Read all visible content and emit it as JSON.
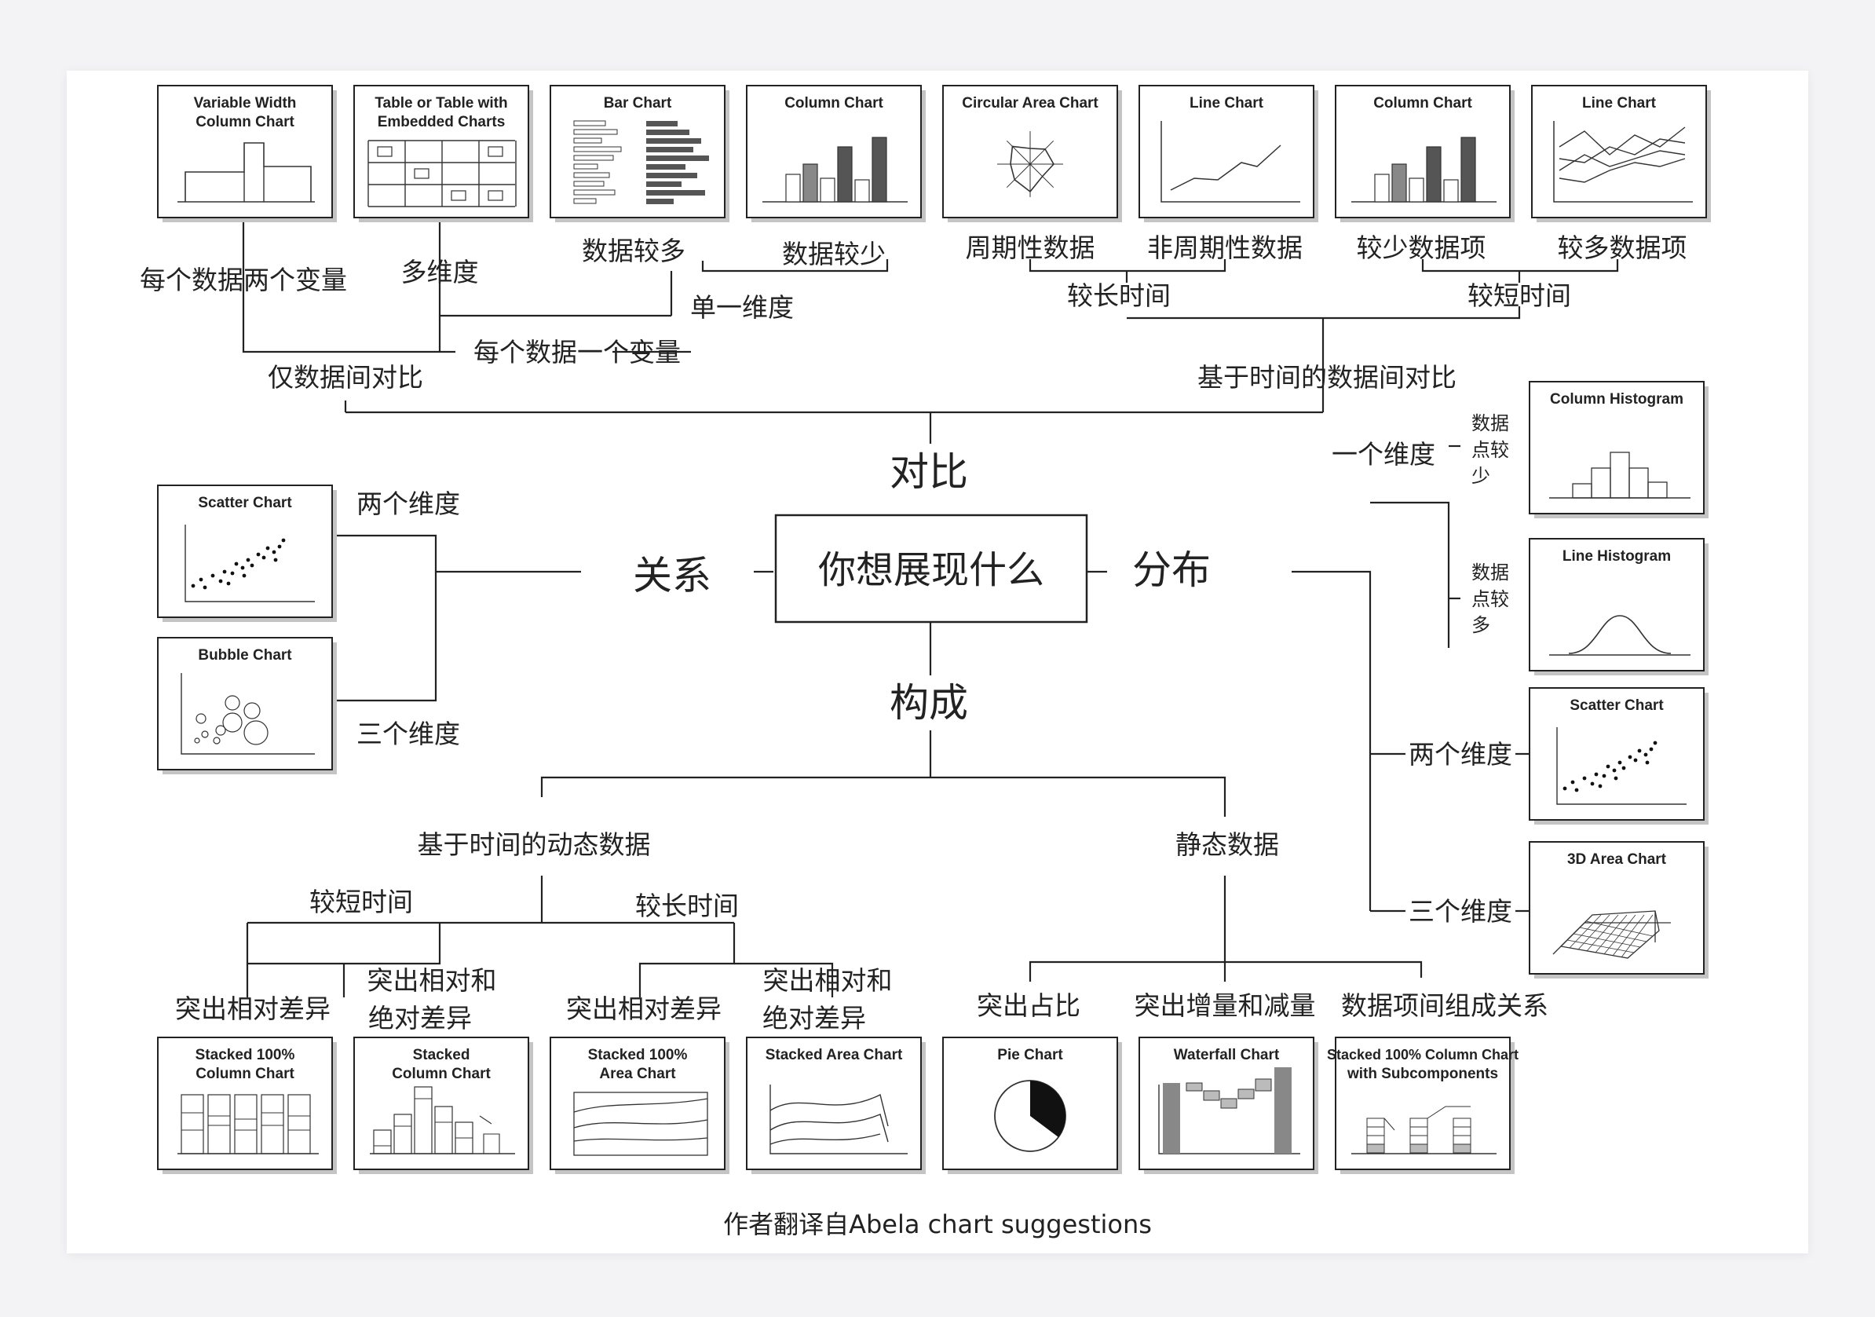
{
  "center": "你想展现什么",
  "branches": {
    "compare": "对比",
    "relation": "关系",
    "distribution": "分布",
    "composition": "构成"
  },
  "charts": {
    "var_width": [
      "Variable Width",
      "Column Chart"
    ],
    "table_embedded": [
      "Table or Table with",
      "Embedded Charts"
    ],
    "bar": [
      "Bar Chart"
    ],
    "column_few": [
      "Column Chart"
    ],
    "circular_area": [
      "Circular Area Chart"
    ],
    "line_noncyclic": [
      "Line Chart"
    ],
    "column_time": [
      "Column Chart"
    ],
    "line_many": [
      "Line Chart"
    ],
    "scatter_rel": [
      "Scatter Chart"
    ],
    "bubble": [
      "Bubble Chart"
    ],
    "col_hist": [
      "Column Histogram"
    ],
    "line_hist": [
      "Line Histogram"
    ],
    "scatter_dist": [
      "Scatter Chart"
    ],
    "area3d": [
      "3D Area Chart"
    ],
    "stacked100_col": [
      "Stacked 100%",
      "Column Chart"
    ],
    "stacked_col": [
      "Stacked",
      "Column Chart"
    ],
    "stacked100_area": [
      "Stacked 100%",
      "Area Chart"
    ],
    "stacked_area": [
      "Stacked Area Chart"
    ],
    "pie": [
      "Pie Chart"
    ],
    "waterfall": [
      "Waterfall Chart"
    ],
    "stacked100_sub": [
      "Stacked 100% Column Chart",
      "with Subcomponents"
    ]
  },
  "labels": {
    "two_vars_each": "每个数据两个变量",
    "multi_dim": "多维度",
    "many_items": "数据较多",
    "few_items": "数据较少",
    "single_dim": "单一维度",
    "one_var_each": "每个数据一个变量",
    "between_items": "仅数据间对比",
    "cyclic": "周期性数据",
    "noncyclic": "非周期性数据",
    "few_categories": "较少数据项",
    "many_categories": "较多数据项",
    "long_period": "较长时间",
    "short_period": "较短时间",
    "over_time": "基于时间的数据间对比",
    "two_vars": "两个维度",
    "three_vars": "三个维度",
    "single_var": "一个维度",
    "few_points": [
      "数据",
      "点较",
      "少"
    ],
    "many_points": [
      "数据",
      "点较",
      "多"
    ],
    "dist_two_vars": "两个维度",
    "dist_three_vars": "三个维度",
    "changing_over_time": "基于时间的动态数据",
    "static": "静态数据",
    "comp_short": "较短时间",
    "comp_long": "较长时间",
    "rel_diff_1": "突出相对差异",
    "rel_abs_1": [
      "突出相对和",
      "绝对差异"
    ],
    "rel_diff_2": "突出相对差异",
    "rel_abs_2": [
      "突出相对和",
      "绝对差异"
    ],
    "share_total": "突出占比",
    "accum": "突出增量和减量",
    "components": "数据项间组成关系"
  },
  "caption": "作者翻译自Abela chart suggestions",
  "colors": {
    "line": "#222222",
    "box_shadow": "#bfbfbf",
    "bar_dark": "#555555",
    "bar_mid": "#888888",
    "page": "#f3f3f6",
    "card": "#ffffff"
  }
}
